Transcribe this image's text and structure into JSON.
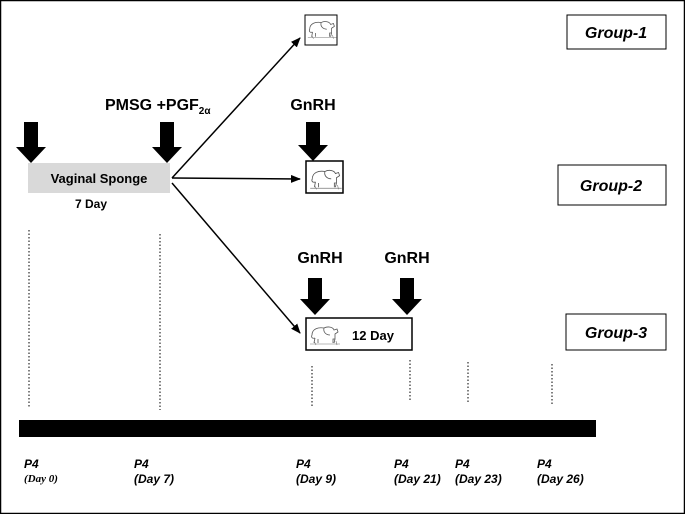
{
  "protocol": {
    "sponge_label": "Vaginal Sponge",
    "sponge_duration": "7 Day",
    "pmsg_label": "PMSG +PGF",
    "pmsg_subscript": "2α",
    "gnrh_label": "GnRH",
    "group3_duration": "12 Day"
  },
  "groups": [
    {
      "label": "Group-1"
    },
    {
      "label": "Group-2"
    },
    {
      "label": "Group-3"
    }
  ],
  "timeline": [
    {
      "p4": "P4",
      "day": "(Day 0)"
    },
    {
      "p4": "P4",
      "day": "(Day 7)"
    },
    {
      "p4": "P4",
      "day": "(Day 9)"
    },
    {
      "p4": "P4",
      "day": "(Day 21)"
    },
    {
      "p4": "P4",
      "day": "(Day 23)"
    },
    {
      "p4": "P4",
      "day": "(Day 26)"
    }
  ],
  "colors": {
    "sponge_fill": "#d9d9d9",
    "arrow_fill": "#000000",
    "timeline_bar": "#000000",
    "border": "#000000"
  },
  "icons": {
    "animal": "sheep-icon"
  }
}
